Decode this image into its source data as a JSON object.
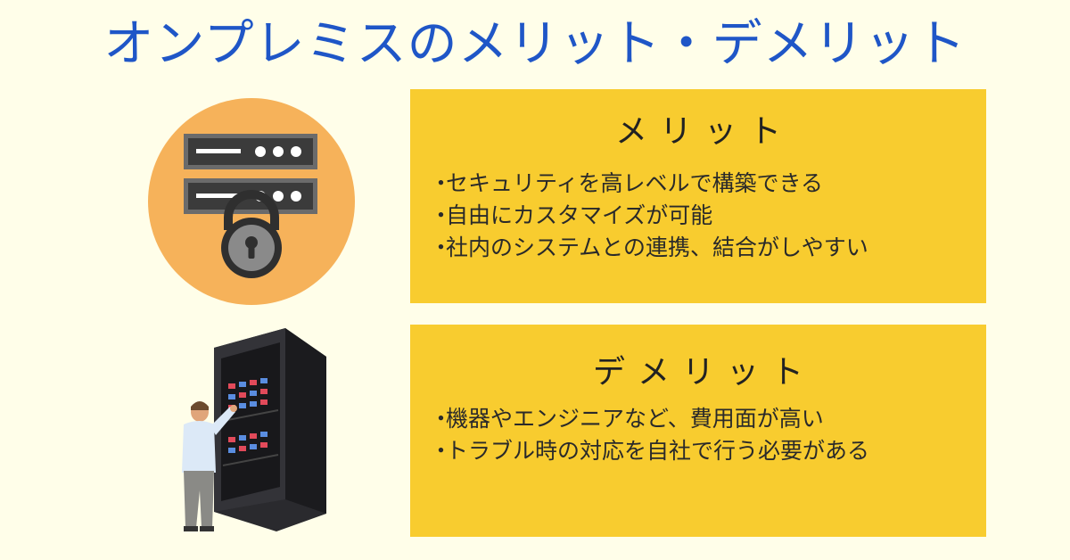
{
  "title": "オンプレミスのメリット・デメリット",
  "bullet_marker": "・",
  "merit": {
    "heading": "メリット",
    "items": [
      "セキュリティを高レベルで構築できる",
      "自由にカスタマイズが可能",
      "社内のシステムとの連携、結合がしやすい"
    ]
  },
  "demerit": {
    "heading": "デメリット",
    "items": [
      "機器やエンジニアなど、費用面が高い",
      "トラブル時の対応を自社で行う必要がある"
    ]
  },
  "colors": {
    "background": "#fffee9",
    "title": "#1f56c7",
    "panel": "#f8cc2f",
    "circle": "#f6b25a"
  },
  "icons": {
    "top_illustration": "server-lock-icon",
    "bottom_illustration": "server-rack-technician-icon"
  }
}
